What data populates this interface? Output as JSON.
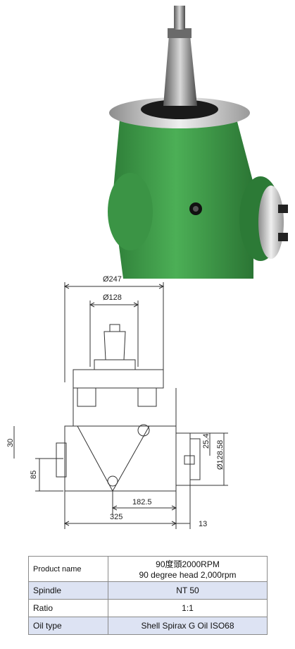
{
  "drawing": {
    "dims": {
      "d247": "Ø247",
      "d128": "Ø128",
      "d30": "30",
      "d85": "85",
      "d25_4": "25.4",
      "d128_58": "Ø128.58",
      "d182_5": "182.5",
      "d325": "325",
      "d13": "13"
    }
  },
  "table": {
    "product_label": "Product name",
    "product_value_1": "90度頭2000RPM",
    "product_value_2": "90 degree head 2,000rpm",
    "spindle_label": "Spindle",
    "spindle_value": "NT 50",
    "ratio_label": "Ratio",
    "ratio_value": "1:1",
    "oil_label": "Oil type",
    "oil_value": "Shell Spirax G Oil ISO68"
  },
  "colors": {
    "body_green": "#3f9a4a",
    "shade_blue": "#dde3f3"
  }
}
